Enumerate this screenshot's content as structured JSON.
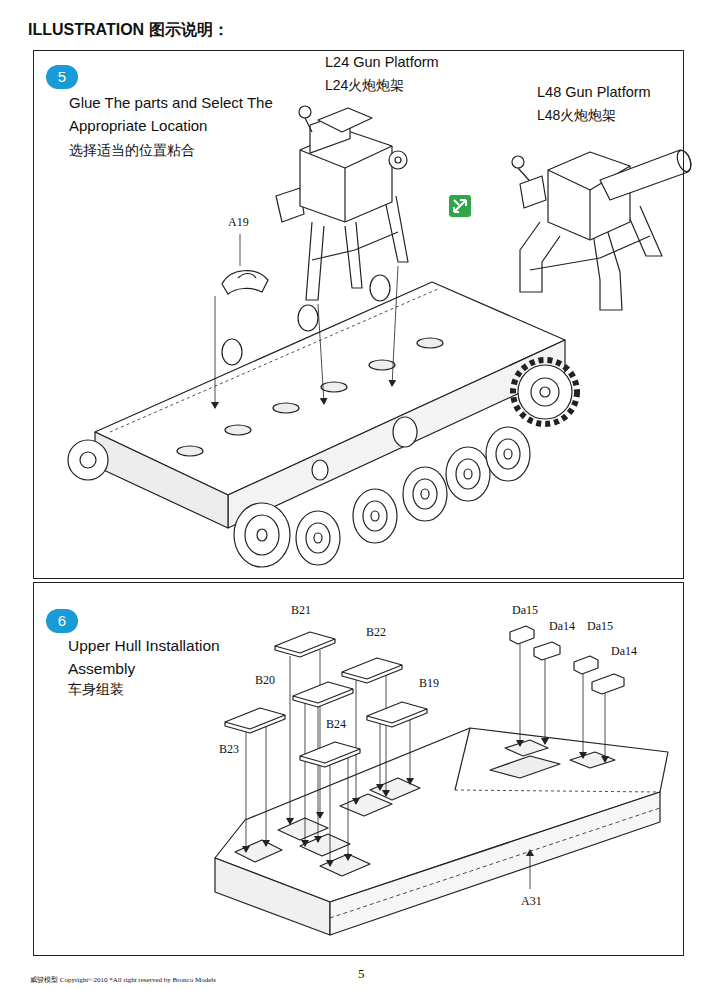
{
  "diagram": {
    "title": "ILLUSTRATION 图示说明：",
    "nodes": [
      {
        "text": [
          "Glue The parts and Select The Appropriate Location",
          "选择适当的位置粘合"
        ]
      },
      {
        "text": [
          "5"
        ],
        "in": 0
      },
      {
        "text": [
          "Upper Hull Installation Assembly",
          "车身组装"
        ]
      },
      {
        "text": [
          "6"
        ],
        "in": 2
      }
    ],
    "labels": [
      "L24 Gun Platform",
      "L24火炮炮架",
      "L48 Gun Platform",
      "L48火炮炮架",
      "A19",
      "B21",
      "B22",
      "B20",
      "B19",
      "B23",
      "B24",
      "Da15",
      "Da14",
      "Da15",
      "Da14",
      "A31",
      "威骏模型 Copyright©2010 *All right reserved by Bronco Models",
      "5"
    ]
  }
}
